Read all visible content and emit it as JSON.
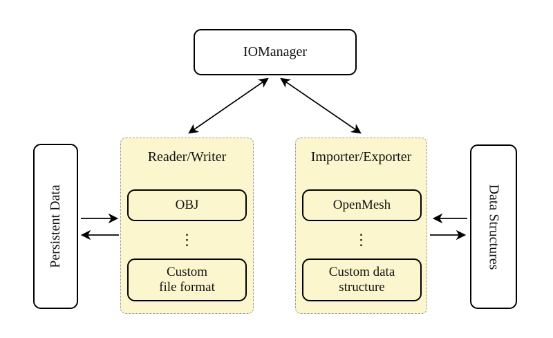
{
  "diagram": {
    "io_manager_label": "IOManager",
    "persistent_data_label": "Persistent Data",
    "data_structures_label": "Data Structures",
    "reader_writer": {
      "title": "Reader/Writer",
      "ellipsis": "⋮",
      "items": [
        "OBJ",
        "Custom\nfile format"
      ]
    },
    "importer_exporter": {
      "title": "Importer/Exporter",
      "ellipsis": "⋮",
      "items": [
        "OpenMesh",
        "Custom data\nstructure"
      ]
    }
  },
  "colors": {
    "panel_fill": "#fbf6cd",
    "panel_border": "#9b9b9b",
    "node_border": "#000000",
    "bg": "#ffffff",
    "arrow": "#000000"
  }
}
